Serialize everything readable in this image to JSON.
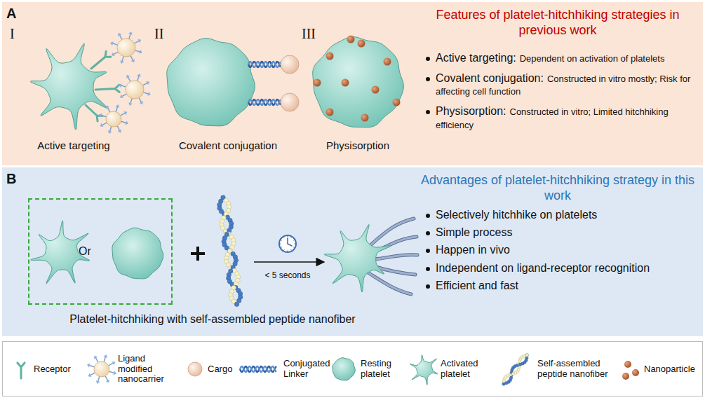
{
  "diagram": {
    "nodes": [
      {
        "text": [
          "A",
          "Features of platelet-hitchhiking strategies in previous work",
          "Active targeting:",
          "Dependent on activation of platelets",
          "Covalent conjugation:",
          "Constructed in vitro mostly; Risk for affecting cell function",
          "Physisorption:",
          "Constructed in vitro; Limited hitchhiking efficiency"
        ]
      },
      {
        "text": [
          "B",
          "Advantages of platelet-hitchhiking strategy in this work",
          "Selectively hitchhike on platelets",
          "Simple process",
          "Happen in vivo",
          "Independent on ligand-receptor recognition",
          "Efficient and fast",
          "Platelet-hitchhiking with self-assembled peptide nanofiber"
        ]
      },
      {
        "text": [
          "Or"
        ],
        "in": 1
      }
    ],
    "labels": [
      "I",
      "II",
      "III",
      "Active targeting",
      "Covalent conjugation",
      "Physisorption",
      "< 5 seconds"
    ],
    "legend": [
      {
        "text": "Receptor"
      },
      {
        "text": "Ligand modified nanocarrier"
      },
      {
        "text": "Cargo"
      },
      {
        "text": "Conjugated Linker"
      },
      {
        "text": "Resting platelet"
      },
      {
        "text": "Activated platelet"
      },
      {
        "text": "Self-assembled peptide nanofiber"
      },
      {
        "text": "Nanoparticle"
      }
    ]
  }
}
